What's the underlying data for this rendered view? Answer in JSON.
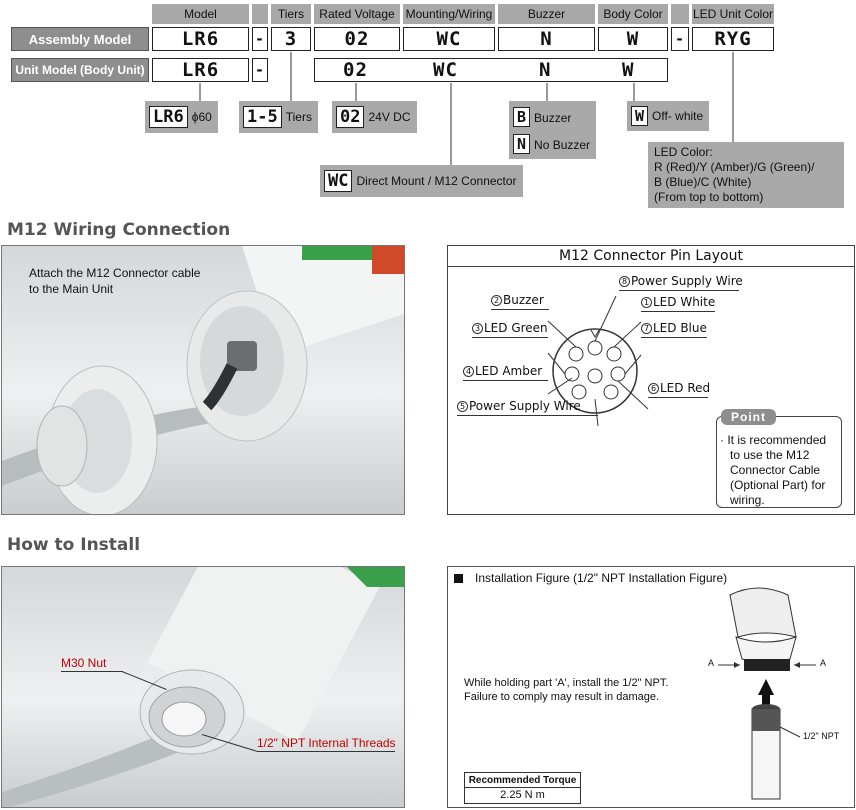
{
  "code_table": {
    "headers": [
      "Model",
      "Tiers",
      "Rated Voltage",
      "Mounting/Wiring",
      "Buzzer",
      "Body Color",
      "LED Unit Color"
    ],
    "assembly_label": "Assembly Model",
    "unit_label": "Unit Model (Body Unit)",
    "assembly_cells": [
      "LR6",
      "-",
      "3",
      "02",
      "WC",
      "N",
      "W",
      "-",
      "RYG"
    ],
    "unit_cells": [
      "LR6",
      "-",
      "02",
      "WC",
      "N",
      "W"
    ]
  },
  "options": {
    "model": {
      "code": "LR6",
      "desc": "ϕ60"
    },
    "tiers": {
      "code": "1-5",
      "desc": "Tiers"
    },
    "voltage": {
      "code": "02",
      "desc": "24V DC"
    },
    "mounting": {
      "code": "WC",
      "desc": "Direct Mount / M12 Connector"
    },
    "buzzer": [
      {
        "code": "B",
        "desc": "Buzzer"
      },
      {
        "code": "N",
        "desc": "No Buzzer"
      }
    ],
    "body_color": {
      "code": "W",
      "desc": "Off- white"
    },
    "led_color": {
      "title": "LED Color:",
      "lines": [
        "R (Red)/Y (Amber)/G (Green)/",
        "B (Blue)/C (White)",
        "(From top to bottom)"
      ]
    }
  },
  "sections": {
    "wiring": "M12 Wiring Connection",
    "install": "How to Install"
  },
  "wiring_photo": {
    "caption_lines": [
      "Attach the M12 Connector cable",
      "to the Main Unit"
    ]
  },
  "pin_layout": {
    "title": "M12 Connector Pin Layout",
    "pins": [
      {
        "num": "1",
        "label": "LED White"
      },
      {
        "num": "2",
        "label": "Buzzer"
      },
      {
        "num": "3",
        "label": "LED Green"
      },
      {
        "num": "4",
        "label": "LED Amber"
      },
      {
        "num": "5",
        "label": "Power Supply Wire"
      },
      {
        "num": "6",
        "label": "LED Red"
      },
      {
        "num": "7",
        "label": "LED Blue"
      },
      {
        "num": "8",
        "label": "Power Supply Wire"
      }
    ],
    "point_title": "Point",
    "point_lines": [
      "· It is recommended",
      "to use the M12",
      "Connector Cable",
      "(Optional Part) for",
      "wiring."
    ]
  },
  "install_photo": {
    "label_nut": "M30 Nut",
    "label_threads": "1/2\" NPT Internal Threads"
  },
  "install_figure": {
    "title": "Installation Figure (1/2\" NPT Installation Figure)",
    "instruction_lines": [
      "While holding part 'A', install the 1/2\" NPT.",
      "Failure to comply may result in damage."
    ],
    "label_a": "A",
    "label_npt": "1/2\" NPT",
    "torque_title": "Recommended Torque",
    "torque_value": "2.25 N m"
  },
  "colors": {
    "header_gray": "#a8a8a8",
    "label_gray": "#8e8e8e",
    "accent_red": "#c00000"
  }
}
